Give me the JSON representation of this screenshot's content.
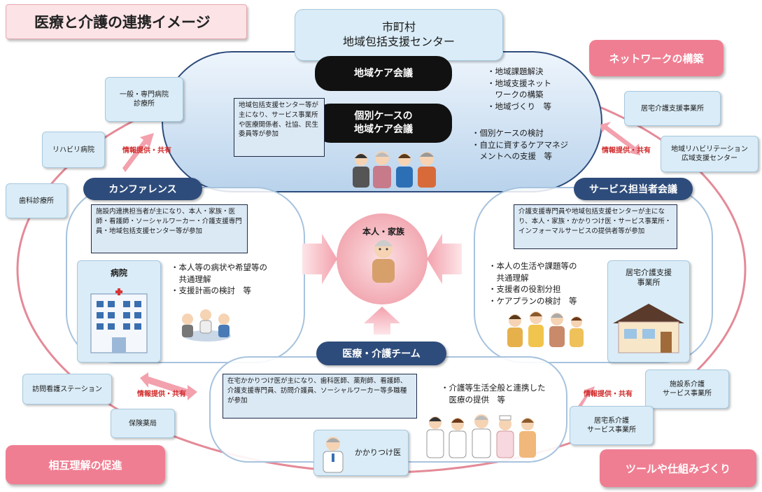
{
  "title": "医療と介護の連携イメージ",
  "center_org": {
    "line1": "市町村",
    "line2": "地域包括支援センター"
  },
  "care_meeting": {
    "label": "地域ケア会議",
    "individual_label_line1": "個別ケースの",
    "individual_label_line2": "地域ケア会議",
    "note": "地域包括支援センター等が主になり、サービス事業所や医療関係者、社協、民生委員等が参加",
    "bullets_top": "・地域課題解決\n・地域支援ネット\n　ワークの構築\n・地域づくり　等",
    "bullets_bottom": "・個別ケースの検討\n・自立に資するケアマネジ\n　メントへの支援　等"
  },
  "corner_tags": {
    "network": "ネットワークの構築",
    "mutual": "相互理解の促進",
    "tools": "ツールや仕組みづくり"
  },
  "left_orgs": {
    "general_hospital_line1": "一般・専門病院",
    "general_hospital_line2": "診療所",
    "rehab_hospital": "リハビリ病院",
    "dental_clinic": "歯科診療所",
    "visiting_nurse": "訪問看護ステーション",
    "pharmacy": "保険薬局"
  },
  "right_orgs": {
    "home_care_support": "居宅介護支援事業所",
    "rehab_center_line1": "地域リハビリテーション",
    "rehab_center_line2": "広域支援センター",
    "facility_services_line1": "施設系介護",
    "facility_services_line2": "サービス事業所",
    "home_services_line1": "居宅系介護",
    "home_services_line2": "サービス事業所"
  },
  "share_label": "情報提供・共有",
  "conference": {
    "label": "カンファレンス",
    "note": "施設内連携担当者が主になり、本人・家族・医師・看護師・ソーシャルワーカー・介護支援専門員・地域包括支援センター等が参加",
    "hospital_label": "病院",
    "bullets": "・本人等の病状や希望等の\n　共通理解\n・支援計画の検討　等"
  },
  "service_meeting": {
    "label": "サービス担当者会議",
    "note": "介護支援専門員や地域包括支援センターが主になり、本人・家族・かかりつけ医・サービス事業所・インフォーマルサービスの提供者等が参加",
    "bullets": "・本人の生活や課題等の\n　共通理解\n・支援者の役割分担\n・ケアプランの検討　等",
    "office_label_line1": "居宅介護支援",
    "office_label_line2": "事業所"
  },
  "center_person": "本人・家族",
  "team": {
    "label": "医療・介護チーム",
    "note": "在宅かかりつけ医が主になり、歯科医師、薬剤師、看護師、介護支援専門員、訪問介護員、ソーシャルワーカー等多職種が参加",
    "bullets": "・介護等生活全般と連携した\n　医療の提供　等",
    "family_doctor": "かかりつけ医"
  },
  "colors": {
    "navy": "#2e4c7b",
    "pink": "#f07e92",
    "light_blue": "#daecf7",
    "ring": "#e48a97"
  }
}
